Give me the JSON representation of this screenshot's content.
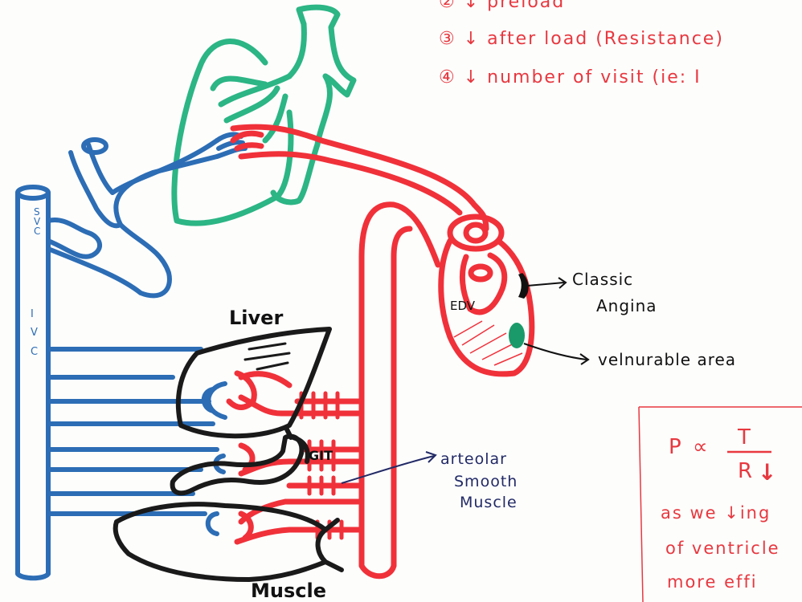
{
  "notes": {
    "line2": "② ↓ preload",
    "line3": "③ ↓ after load (Resistance)",
    "line4": "④ ↓ number of visit (ie: I"
  },
  "labels": {
    "svc": [
      "S",
      "V",
      "C"
    ],
    "ivc": [
      "I",
      "V",
      "C"
    ],
    "edv": "EDV",
    "liver": "Liver",
    "git": "GIT",
    "muscle": "Muscle",
    "classic_line1": "Classic",
    "classic_line2": "Angina",
    "vulnerable": "velnurable area",
    "arteolar_line1": "arteolar",
    "arteolar_line2": "Smooth",
    "arteolar_line3": "Muscle"
  },
  "formula_box": {
    "p": "P",
    "prop": "∝",
    "t": "T",
    "r": "R",
    "arrow": "↓",
    "line1": "as we ↓ing",
    "line2": "of ventricle",
    "line3": "more effi"
  },
  "colors": {
    "artery": "#f0313a",
    "vein": "#2c6db5",
    "lung": "#2cb585",
    "organ_outline": "#1a1a1a",
    "annotation": "#e8383f",
    "navy": "#222a66",
    "vulnerable_spot": "#1a9a6a"
  }
}
